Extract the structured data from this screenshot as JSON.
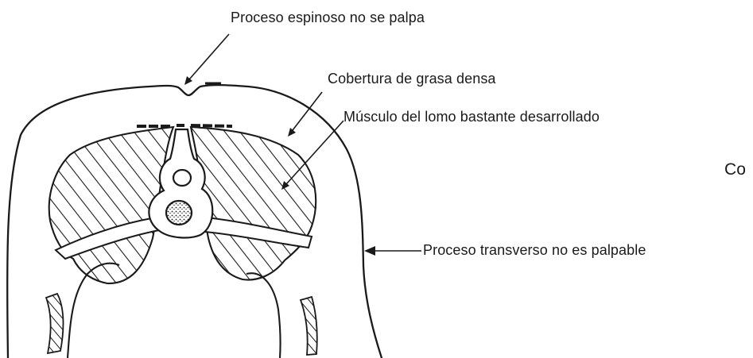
{
  "labels": {
    "spinous_process": "Proceso espinoso no se palpa",
    "fat_cover": "Cobertura de grasa densa",
    "loin_muscle": "Músculo del lomo bastante desarrollado",
    "transverse_process": "Proceso transverso no es palpable",
    "cut_off_text": "Co"
  },
  "colors": {
    "ink": "#1a1a1a",
    "background": "#ffffff"
  }
}
